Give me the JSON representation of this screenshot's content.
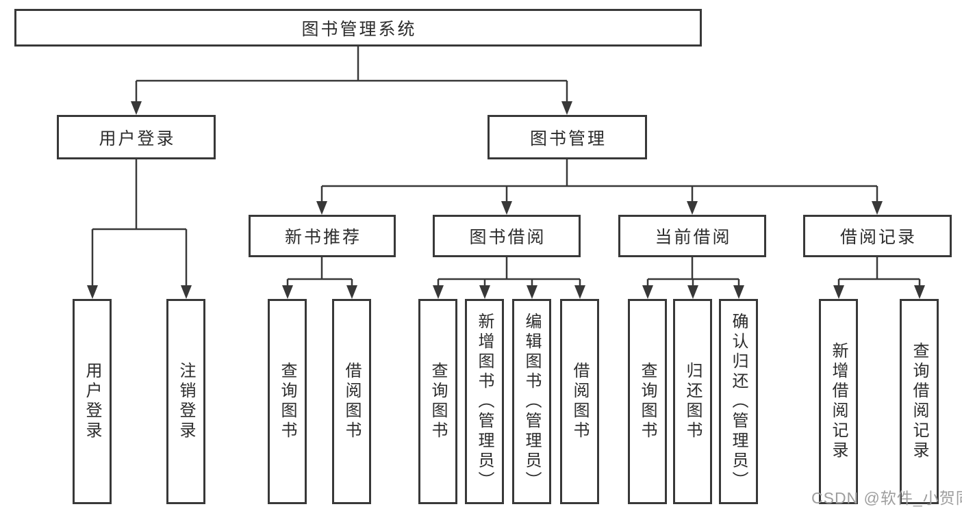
{
  "diagram": {
    "root": {
      "label": "图书管理系统"
    },
    "branches": [
      {
        "label": "用户登录",
        "children": [
          {
            "label": "用户登录"
          },
          {
            "label": "注销登录"
          }
        ]
      },
      {
        "label": "图书管理",
        "children": [
          {
            "label": "新书推荐",
            "children": [
              {
                "label": "查询图书"
              },
              {
                "label": "借阅图书"
              }
            ]
          },
          {
            "label": "图书借阅",
            "children": [
              {
                "label": "查询图书"
              },
              {
                "label": "新增图书（管理员）"
              },
              {
                "label": "编辑图书（管理员）"
              },
              {
                "label": "借阅图书"
              }
            ]
          },
          {
            "label": "当前借阅",
            "children": [
              {
                "label": "查询图书"
              },
              {
                "label": "归还图书"
              },
              {
                "label": "确认归还（管理员）"
              }
            ]
          },
          {
            "label": "借阅记录",
            "children": [
              {
                "label": "新增借阅记录"
              },
              {
                "label": "查询借阅记录"
              }
            ]
          }
        ]
      }
    ],
    "watermark": "CSDN @软件_小贺同学",
    "colors": {
      "line": "#383838",
      "text": "#2c2c2c",
      "watermark": "#9e9e9e",
      "background": "#ffffff"
    }
  }
}
